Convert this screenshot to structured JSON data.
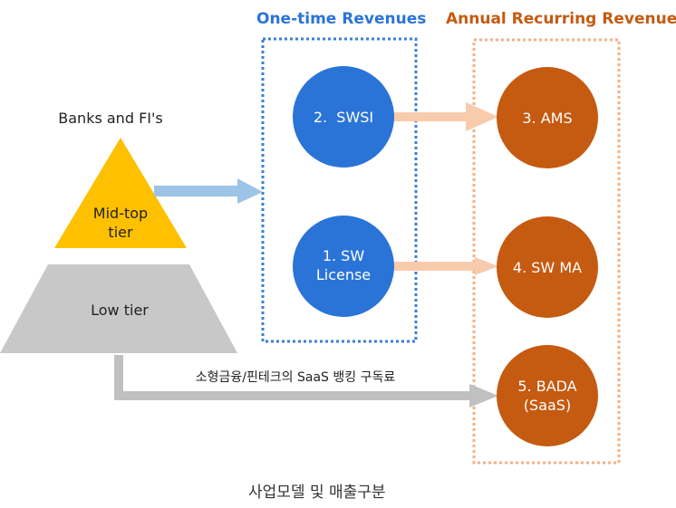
{
  "colors": {
    "blue": "#2a74d8",
    "blue_border": "#3b7fd4",
    "orange": "#c55a11",
    "orange_border": "#f4b183",
    "mid_tier": "#ffc000",
    "low_tier": "#c8c8c8",
    "arrow_blue": "#9dc3e6",
    "arrow_peach": "#f8cbad",
    "arrow_gray": "#c0c0c0"
  },
  "headers": {
    "one_time": "One-time Revenues",
    "recurring": "Annual Recurring Revenue"
  },
  "pyramid": {
    "title": "Banks and FI's",
    "mid_tier_line1": "Mid-top",
    "mid_tier_line2": "tier",
    "low_tier": "Low tier"
  },
  "one_time_items": [
    {
      "line1": "2.  SWSI",
      "line2": ""
    },
    {
      "line1": "1. SW",
      "line2": "License"
    }
  ],
  "recurring_items": [
    {
      "line1": "3. AMS",
      "line2": ""
    },
    {
      "line1": "4. SW MA",
      "line2": ""
    },
    {
      "line1": "5. BADA",
      "line2": "(SaaS)"
    }
  ],
  "saas_arrow_label": "소형금융/핀테크의 SaaS 뱅킹 구독료",
  "caption": "사업모델 및 매출구분"
}
